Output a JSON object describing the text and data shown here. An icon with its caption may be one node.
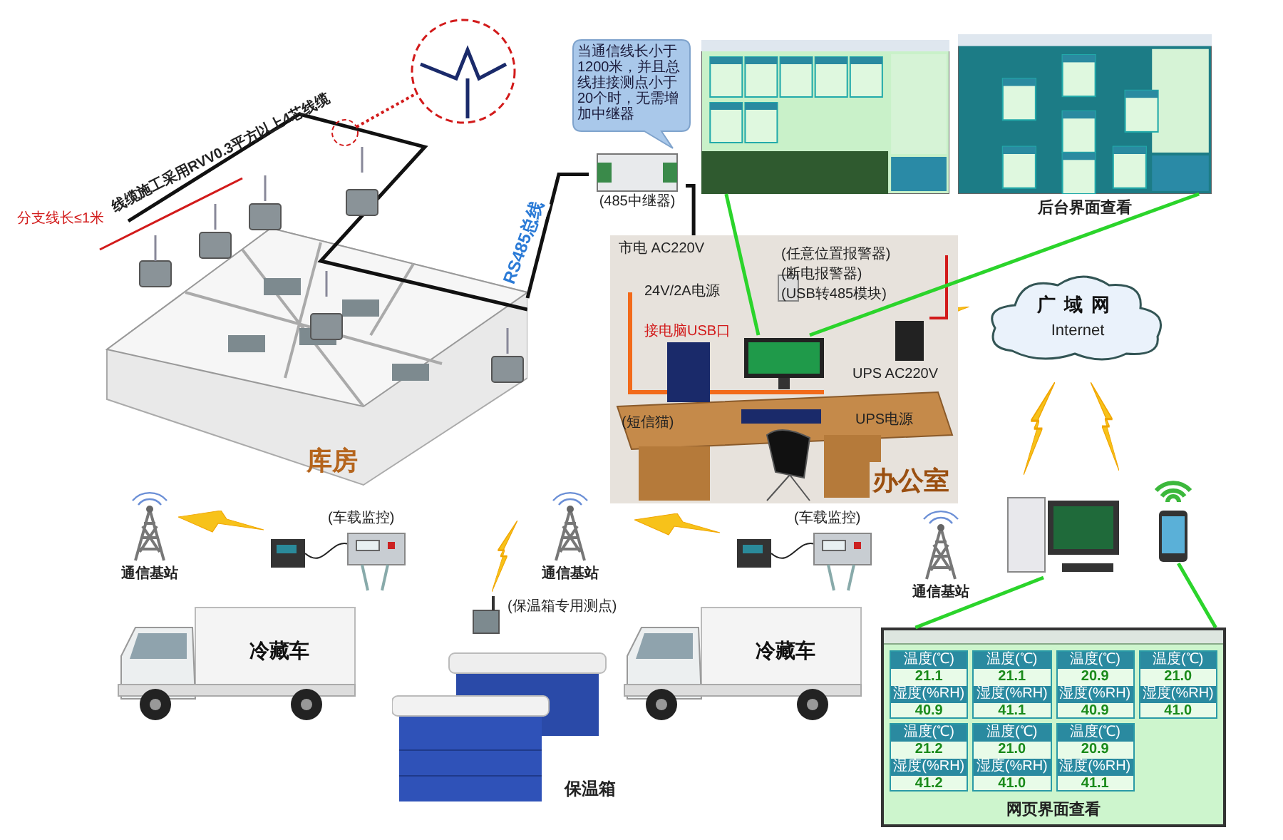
{
  "diagram": {
    "nodes": [
      {
        "text": [
          "库房"
        ]
      },
      {
        "text": [
          "当通信线长小于1200米，并且总线挂接测点小于20个时，无需增加中继器"
        ]
      },
      {
        "text": [
          "(485中继器)"
        ]
      },
      {
        "text": [
          "办公室"
        ]
      },
      {
        "text": [],
        "shape": "picture",
        "in": 3
      },
      {
        "text": [],
        "shape": "picture"
      },
      {
        "text": [],
        "shape": "picture"
      },
      {
        "text": [
          "广域网",
          "Internet"
        ]
      },
      {
        "text": [
          "通信基站"
        ]
      },
      {
        "text": [
          "冷藏车"
        ]
      },
      {
        "text": [
          "(车载监控)"
        ]
      },
      {
        "text": [
          "通信基站"
        ]
      },
      {
        "text": [
          "(保温箱专用测点)"
        ]
      },
      {
        "text": [
          "保温箱"
        ]
      },
      {
        "text": [
          "冷藏车"
        ]
      },
      {
        "text": [
          "(车载监控)"
        ]
      },
      {
        "text": [
          "通信基站"
        ]
      },
      {
        "text": [],
        "shape": "picture"
      },
      {
        "text": [],
        "shape": "picture"
      },
      {
        "text": [
          "网页界面查看"
        ]
      }
    ],
    "edges": [
      {
        "from": 0,
        "to": 2,
        "arrow": "none",
        "label": "RS485总线",
        "color": "#111111"
      },
      {
        "from": 2,
        "to": 3,
        "arrow": "none",
        "color": "#111111"
      },
      {
        "from": 4,
        "to": 5,
        "arrow": "none"
      },
      {
        "from": 4,
        "to": 6,
        "arrow": "none"
      },
      {
        "from": 17,
        "to": 19,
        "arrow": "none"
      },
      {
        "from": 18,
        "to": 19,
        "arrow": "none"
      }
    ],
    "labels": [
      "线缆施工采用RVV0.3平方以上4芯线缆",
      "分支线长≤1米",
      "(任意位置报警器)",
      "(断电报警器)",
      "(USB转485模块)",
      "市电 AC220V",
      "24V/2A电源",
      "UPS AC220V",
      "接电脑USB口",
      "(短信猫)",
      "UPS电源",
      "后台界面查看",
      "温度(℃)",
      "21.1",
      "湿度(%RH)",
      "40.9",
      "温度(℃)",
      "21.1",
      "湿度(%RH)",
      "41.1",
      "温度(℃)",
      "20.9",
      "湿度(%RH)",
      "40.9",
      "温度(℃)",
      "21.0",
      "湿度(%RH)",
      "41.0",
      "温度(℃)",
      "21.2",
      "湿度(%RH)",
      "41.2",
      "温度(℃)",
      "21.0",
      "湿度(%RH)",
      "41.0",
      "温度(℃)",
      "20.9",
      "湿度(%RH)",
      "41.1"
    ]
  }
}
